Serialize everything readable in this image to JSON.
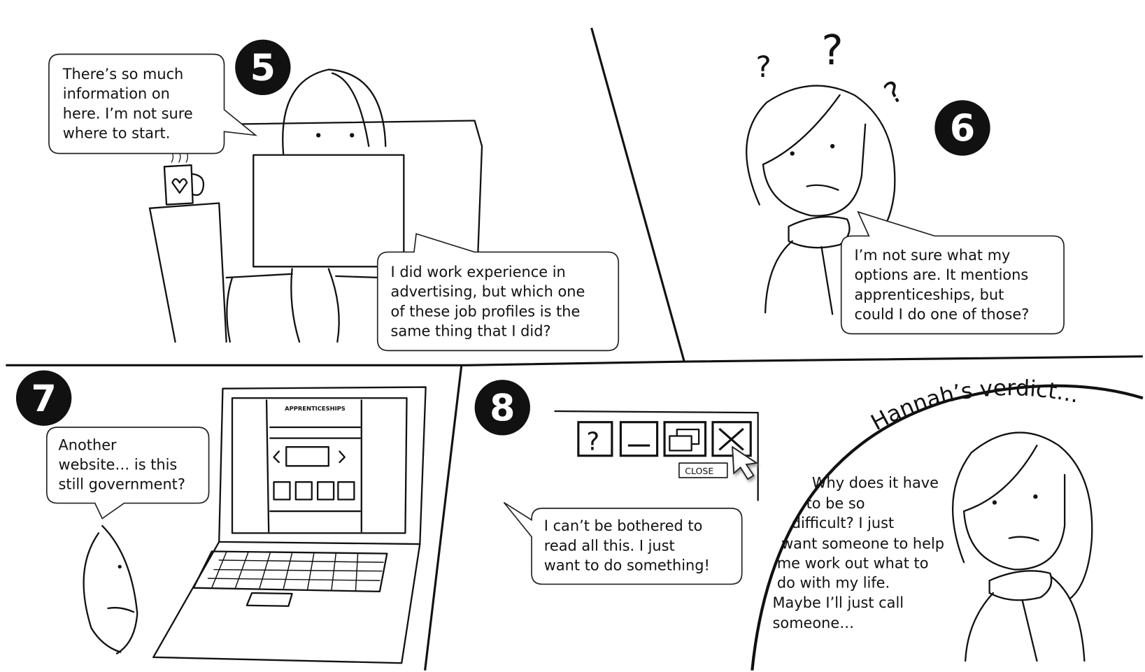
{
  "panels": {
    "p5": {
      "number": "5",
      "bubble_a": [
        "There’s so much",
        "information on",
        "here. I’m not sure",
        "where to start."
      ],
      "bubble_b": [
        "I did work experience in",
        "advertising, but which one",
        "of these job profiles is the",
        "same thing that I did?"
      ]
    },
    "p6": {
      "number": "6",
      "question_marks": [
        "?",
        "?",
        "?"
      ],
      "bubble": [
        "I’m not sure what my",
        "options are. It mentions",
        "apprenticeships, but",
        "could I do one of those?"
      ]
    },
    "p7": {
      "number": "7",
      "screen_heading": "APPRENTICESHIPS",
      "bubble": [
        "Another",
        "website… is this",
        "still government?"
      ]
    },
    "p8": {
      "number": "8",
      "window_buttons": {
        "help": "?",
        "close_label": "CLOSE"
      },
      "bubble": [
        "I can’t be bothered to",
        "read all this. I just",
        "want to do something!"
      ]
    },
    "verdict": {
      "title": "Hannah’s verdict…",
      "text": [
        "Why does it have",
        "to be so",
        "difficult? I just",
        "want someone to help",
        "me work out what to",
        "do with my life.",
        "Maybe I’ll just call",
        "someone…"
      ]
    }
  }
}
